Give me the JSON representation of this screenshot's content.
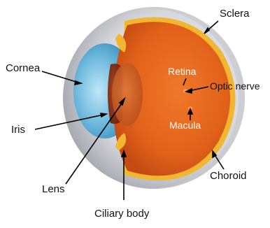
{
  "labels": {
    "sclera": "Sclera",
    "cornea": "Cornea",
    "retina": "Retina",
    "optic_nerve": "Optic nerve",
    "macula": "Macula",
    "iris": "Iris",
    "lens": "Lens",
    "choroid": "Choroid",
    "ciliary_body": "Ciliary body"
  },
  "colors": {
    "sclera": "#d9dbe0",
    "choroid": "#f3b630",
    "retina": "#e9651a",
    "cornea": "#63b4d8",
    "iris": "#8b3518",
    "lens": "#c85b1f",
    "pointer": "#000000"
  }
}
